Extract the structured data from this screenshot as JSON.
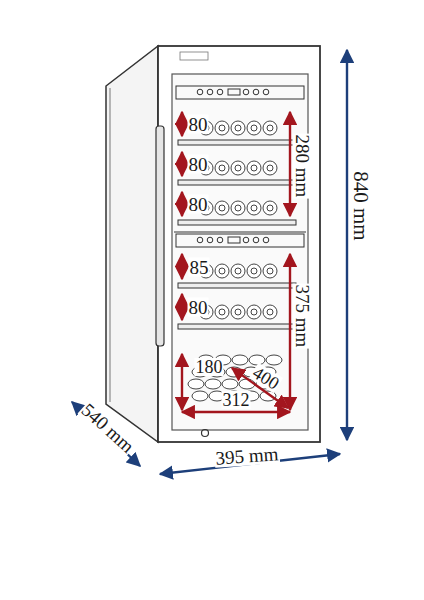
{
  "diagram": {
    "labels": [
      "80",
      "80",
      "80",
      "280 mm",
      "85",
      "80",
      "375 mm",
      "180",
      "400",
      "312",
      "840 mm",
      "540 mm",
      "395 mm"
    ]
  }
}
